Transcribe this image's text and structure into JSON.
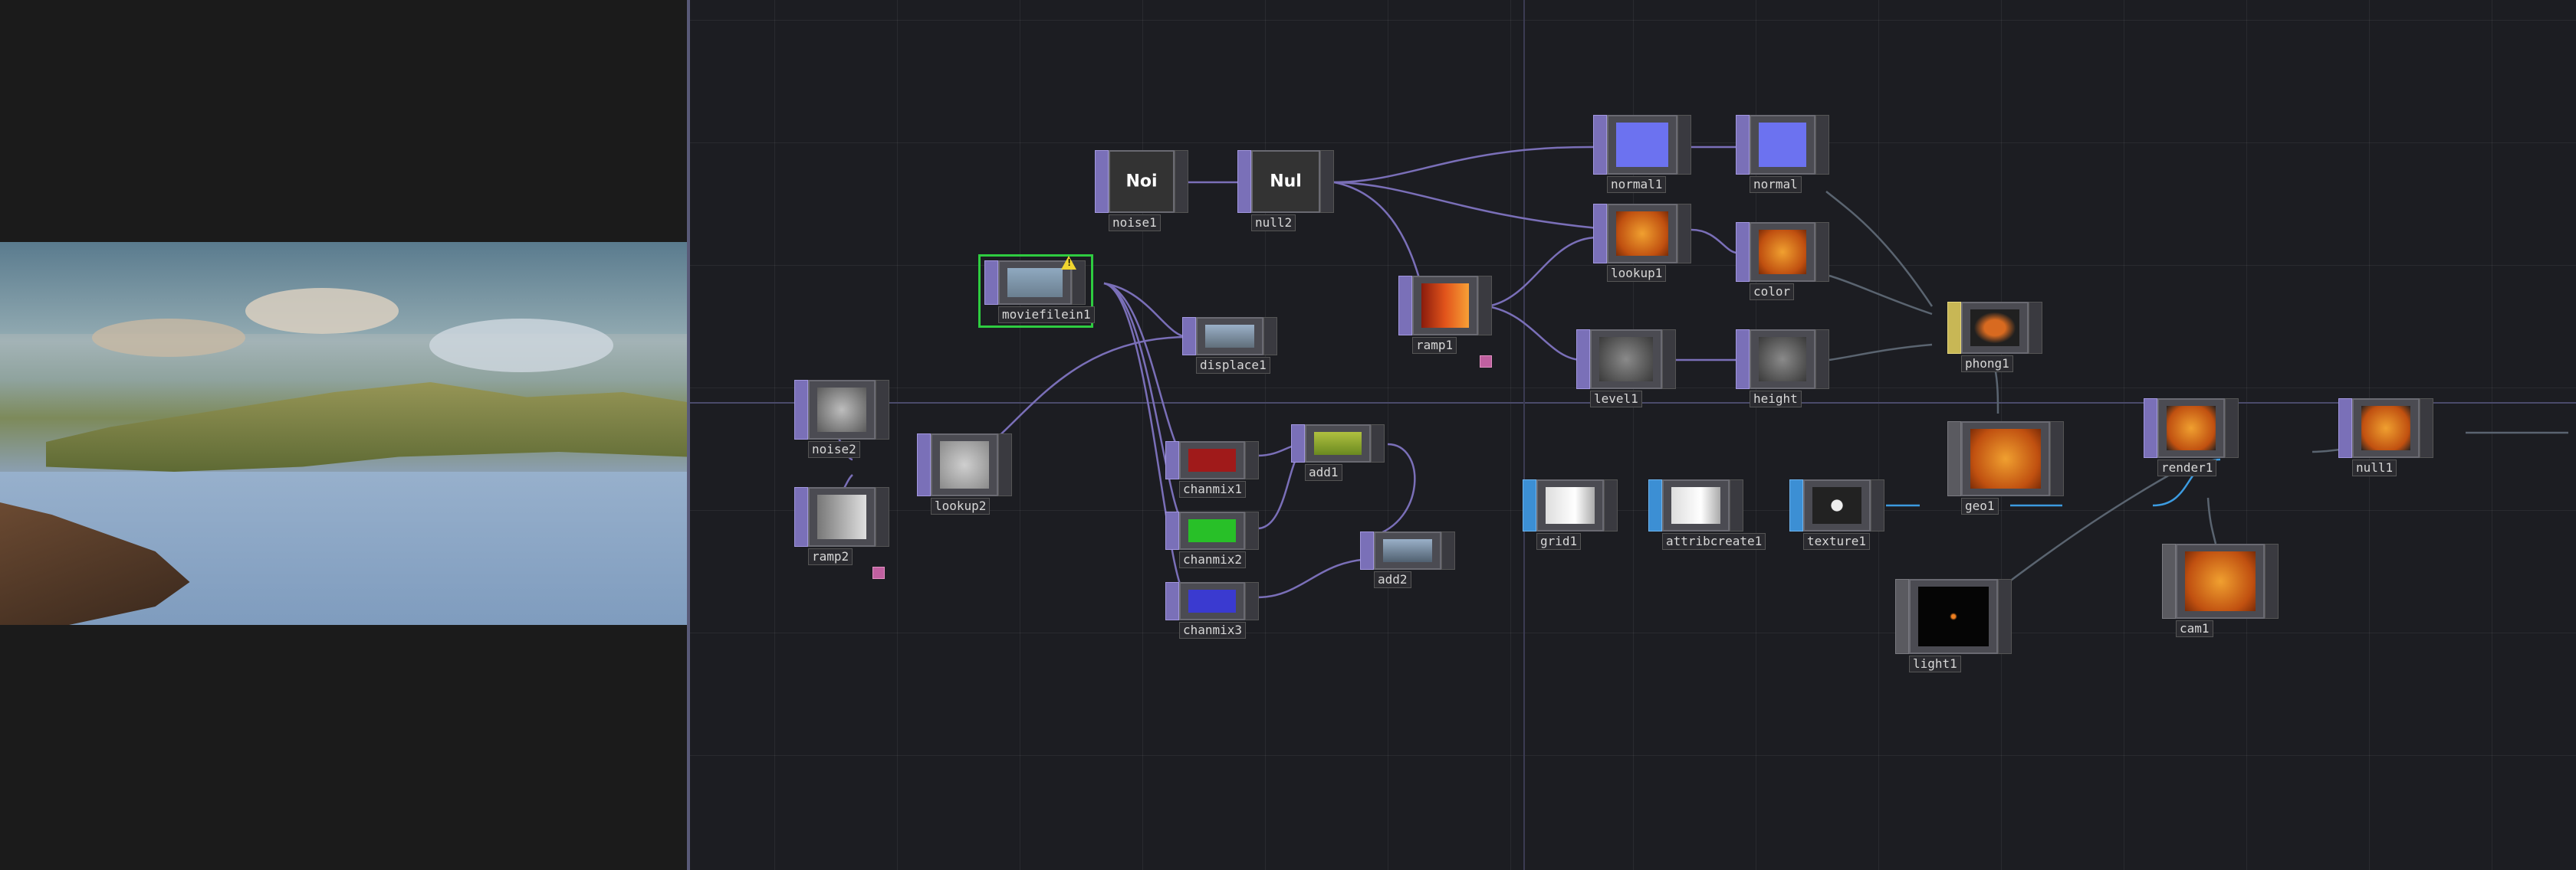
{
  "nodes": [
    {
      "id": "noise1",
      "label": "noise1",
      "type": "top",
      "text": "Noi"
    },
    {
      "id": "null2",
      "label": "null2",
      "type": "top",
      "text": "Nul"
    },
    {
      "id": "moviefilein1",
      "label": "moviefilein1",
      "type": "top",
      "warning": true
    },
    {
      "id": "displace1",
      "label": "displace1",
      "type": "top"
    },
    {
      "id": "ramp1",
      "label": "ramp1",
      "type": "top"
    },
    {
      "id": "normal1",
      "label": "normal1",
      "type": "top"
    },
    {
      "id": "normal",
      "label": "normal",
      "type": "top"
    },
    {
      "id": "lookup1",
      "label": "lookup1",
      "type": "top"
    },
    {
      "id": "color",
      "label": "color",
      "type": "top"
    },
    {
      "id": "level1",
      "label": "level1",
      "type": "top"
    },
    {
      "id": "height",
      "label": "height",
      "type": "top"
    },
    {
      "id": "phong1",
      "label": "phong1",
      "type": "mat"
    },
    {
      "id": "noise2",
      "label": "noise2",
      "type": "top"
    },
    {
      "id": "lookup2",
      "label": "lookup2",
      "type": "top"
    },
    {
      "id": "ramp2",
      "label": "ramp2",
      "type": "top"
    },
    {
      "id": "chanmix1",
      "label": "chanmix1",
      "type": "top"
    },
    {
      "id": "chanmix2",
      "label": "chanmix2",
      "type": "top"
    },
    {
      "id": "chanmix3",
      "label": "chanmix3",
      "type": "top"
    },
    {
      "id": "add1",
      "label": "add1",
      "type": "top"
    },
    {
      "id": "add2",
      "label": "add2",
      "type": "top"
    },
    {
      "id": "grid1",
      "label": "grid1",
      "type": "sop"
    },
    {
      "id": "attribcreate1",
      "label": "attribcreate1",
      "type": "sop"
    },
    {
      "id": "texture1",
      "label": "texture1",
      "type": "sop"
    },
    {
      "id": "geo1",
      "label": "geo1",
      "type": "comp"
    },
    {
      "id": "render1",
      "label": "render1",
      "type": "top"
    },
    {
      "id": "null1",
      "label": "null1",
      "type": "top"
    },
    {
      "id": "light1",
      "label": "light1",
      "type": "comp"
    },
    {
      "id": "cam1",
      "label": "cam1",
      "type": "comp"
    }
  ],
  "colors": {
    "background": "#1c1d22",
    "wire": "#7a6fb8",
    "sop_wire": "#3c9be0",
    "comp_wire": "#5a6470",
    "selection": "#2ecc40",
    "warning": "#f0d530"
  }
}
